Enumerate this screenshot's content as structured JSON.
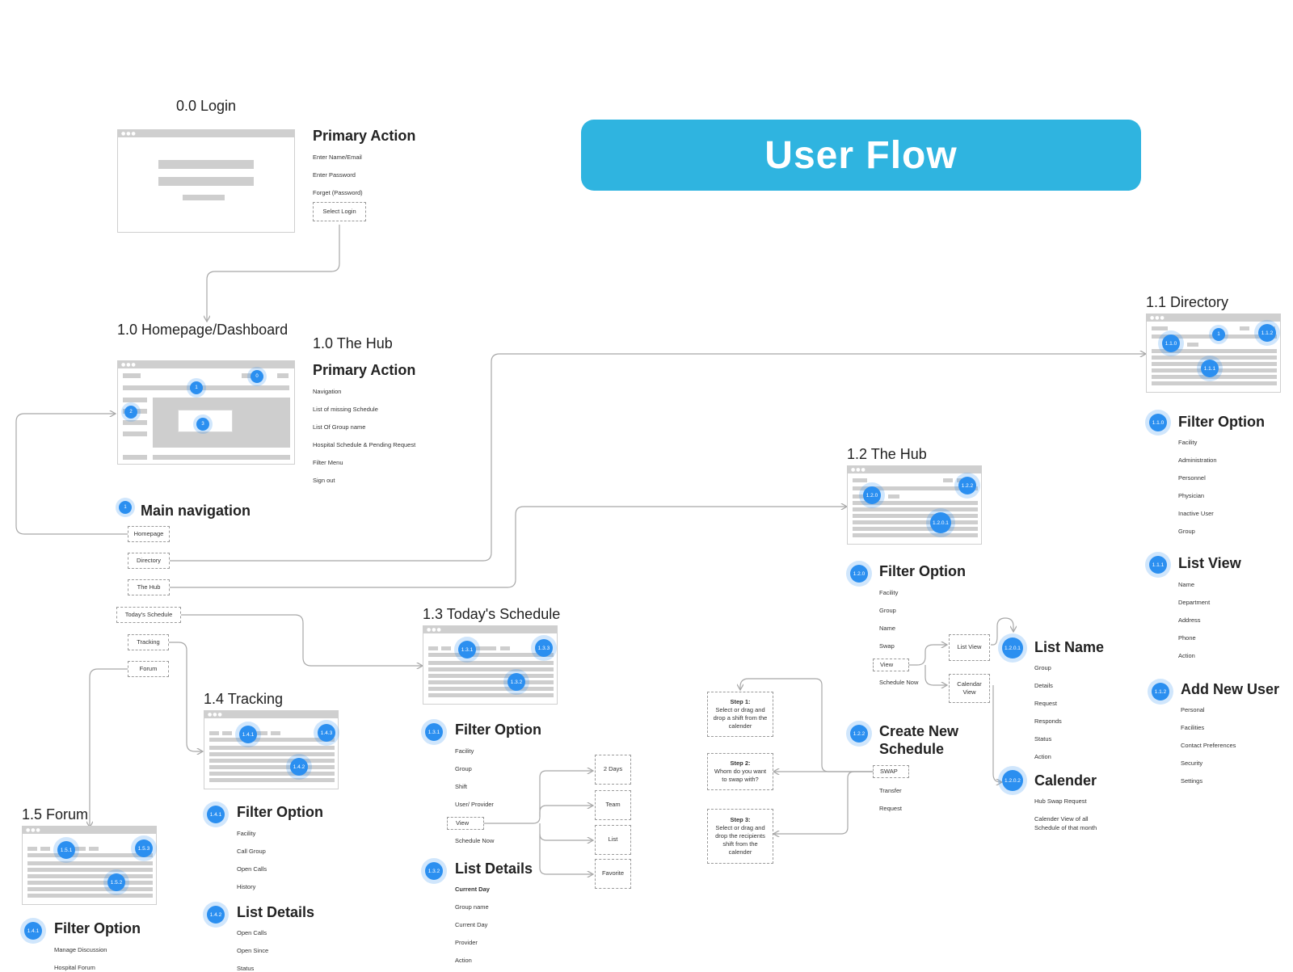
{
  "hero": {
    "title": "User Flow"
  },
  "login": {
    "title": "0.0 Login",
    "section": "Primary Action",
    "items": [
      "Enter Name/Email",
      "Enter Password",
      "Forget (Password)"
    ],
    "button": "Select Login"
  },
  "home": {
    "title": "1.0 Homepage/Dashboard",
    "markers": [
      "0",
      "1",
      "2",
      "3"
    ],
    "nav_marker": "1",
    "nav_title": "Main navigation",
    "nav_items": [
      "Homepage",
      "Directory",
      "The Hub",
      "Today's Schedule",
      "Tracking",
      "Forum"
    ]
  },
  "hub_intro": {
    "title": "1.0 The Hub",
    "section": "Primary Action",
    "items": [
      "Navigation",
      "List of missing Schedule",
      "List Of Group name",
      "Hospital Schedule & Pending Request",
      "Filter Menu",
      "Sign out"
    ]
  },
  "directory": {
    "title": "1.1 Directory",
    "markers": [
      "1.1.0",
      "1",
      "1.1.2",
      "1.1.1"
    ],
    "filter": {
      "marker": "1.1.0",
      "title": "Filter Option",
      "items": [
        "Facility",
        "Administration",
        "Personnel",
        "Physician",
        "Inactive User",
        "Group"
      ]
    },
    "list_view": {
      "marker": "1.1.1",
      "title": "List View",
      "items": [
        "Name",
        "Department",
        "Address",
        "Phone",
        "Action"
      ]
    },
    "add_user": {
      "marker": "1.1.2",
      "title": "Add New User",
      "items": [
        "Personal",
        "Facilities",
        "Contact Preferences",
        "Security",
        "Settings"
      ]
    }
  },
  "hub": {
    "title": "1.2 The Hub",
    "markers": [
      "1.2.0",
      "1.2.2",
      "1.2.0.1"
    ],
    "filter": {
      "marker": "1.2.0",
      "title": "Filter Option",
      "items": [
        "Facility",
        "Group",
        "Name",
        "Swap",
        "View",
        "Schedule Now"
      ]
    },
    "view_options": [
      "List View",
      "Calendar View"
    ],
    "list_name": {
      "marker": "1.2.0.1",
      "title": "List Name",
      "items": [
        "Group",
        "Details",
        "Request",
        "Responds",
        "Status",
        "Action"
      ]
    },
    "calender": {
      "marker": "1.2.0.2",
      "title": "Calender",
      "items": [
        "Hub Swap Request",
        "Calender View of all Schedule of that month"
      ]
    },
    "create": {
      "marker": "1.2.2",
      "title_line1": "Create New",
      "title_line2": "Schedule",
      "items": [
        "SWAP",
        "Transfer",
        "Request"
      ]
    },
    "steps": [
      {
        "label": "Step 1:",
        "text": "Select or drag and drop a shift from the calender"
      },
      {
        "label": "Step 2:",
        "text": "Whom do you want to swap with?"
      },
      {
        "label": "Step 3:",
        "text": "Select or drag and drop the recipients shift from the calender"
      }
    ]
  },
  "today": {
    "title": "1.3 Today's Schedule",
    "markers": [
      "1.3.1",
      "1.3.3",
      "1.3.2"
    ],
    "filter": {
      "marker": "1.3.1",
      "title": "Filter Option",
      "items": [
        "Facility",
        "Group",
        "Shift",
        "User/ Provider",
        "View",
        "Schedule Now"
      ]
    },
    "view_options": [
      "2 Days",
      "Team",
      "List",
      "Favorite"
    ],
    "list": {
      "marker": "1.3.2",
      "title": "List Details",
      "items": [
        "Current Day",
        "Group name",
        "Current Day",
        "Provider",
        "Action"
      ]
    }
  },
  "tracking": {
    "title": "1.4 Tracking",
    "markers": [
      "1.4.1",
      "1.4.3",
      "1.4.2"
    ],
    "filter": {
      "marker": "1.4.1",
      "title": "Filter Option",
      "items": [
        "Facility",
        "Call Group",
        "Open Calls",
        "History"
      ]
    },
    "list": {
      "marker": "1.4.2",
      "title": "List Details",
      "items": [
        "Open Calls",
        "Open Since",
        "Status"
      ]
    }
  },
  "forum": {
    "title": "1.5 Forum",
    "markers": [
      "1.5.1",
      "1.5.3",
      "1.5.2"
    ],
    "filter": {
      "marker": "1.4.1",
      "title": "Filter Option",
      "items": [
        "Manage Discussion",
        "Hospital Forum"
      ]
    }
  },
  "colors": {
    "accent": "#2fb4e0",
    "marker": "#2b8ff0",
    "wire": "#cecece",
    "connector": "#a8a8a8"
  }
}
